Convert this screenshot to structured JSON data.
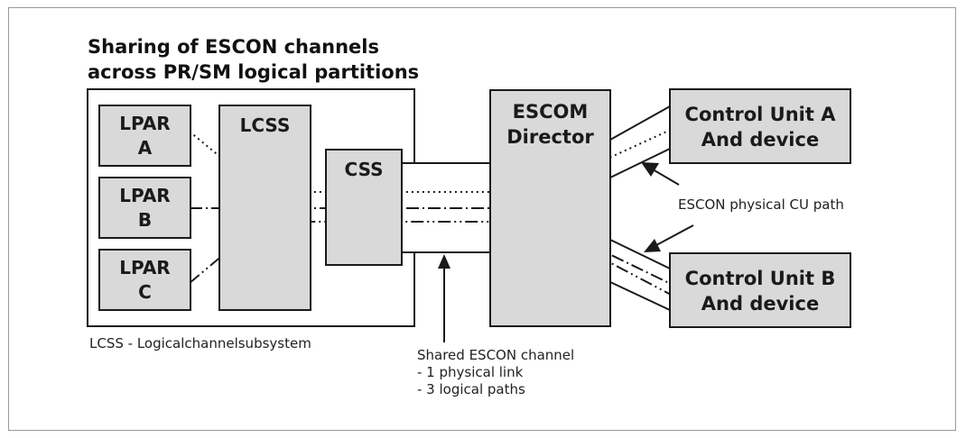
{
  "title_line1": "Sharing of ESCON channels",
  "title_line2": "across PR/SM logical partitions",
  "lpars": [
    {
      "line1": "LPAR",
      "line2": "A"
    },
    {
      "line1": "LPAR",
      "line2": "B"
    },
    {
      "line1": "LPAR",
      "line2": "C"
    }
  ],
  "lcss_label": "LCSS",
  "css_label": "CSS",
  "director": {
    "line1": "ESCOM",
    "line2": "Director"
  },
  "control_unit_a": {
    "line1": "Control Unit A",
    "line2": "And device"
  },
  "control_unit_b": {
    "line1": "Control Unit B",
    "line2": "And device"
  },
  "legend_lcss": "LCSS - Logicalchannelsubsystem",
  "cu_path_label": "ESCON physical CU path",
  "shared_channel": {
    "line1": "Shared ESCON channel",
    "line2": "- 1 physical link",
    "line3": "- 3 logical paths"
  },
  "colors": {
    "box_fill": "#d9d9d9",
    "stroke": "#1a1a1a",
    "frame": "#9a9a9a"
  }
}
